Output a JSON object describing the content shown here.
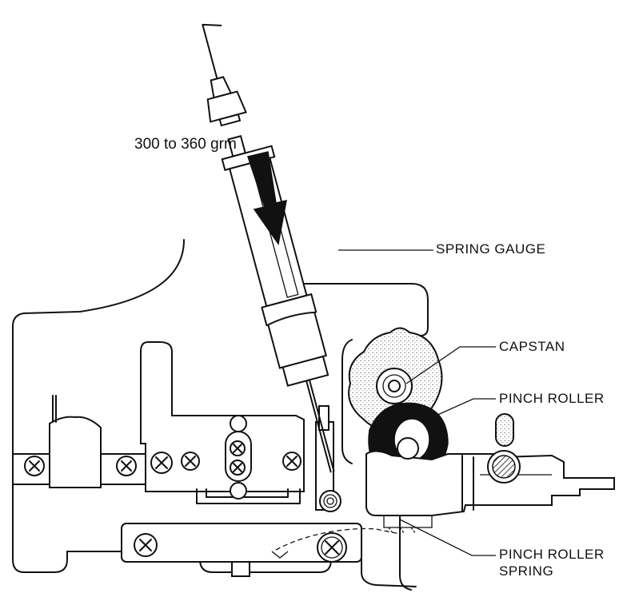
{
  "labels": {
    "force": "300 to 360 grm",
    "spring_gauge": "SPRING GAUGE",
    "capstan": "CAPSTAN",
    "pinch_roller": "PINCH ROLLER",
    "pinch_roller_spring_line1": "PINCH ROLLER",
    "pinch_roller_spring_line2": "SPRING"
  },
  "colors": {
    "ink": "#111111",
    "paper": "#ffffff",
    "stipple": "#9a9a9a"
  }
}
